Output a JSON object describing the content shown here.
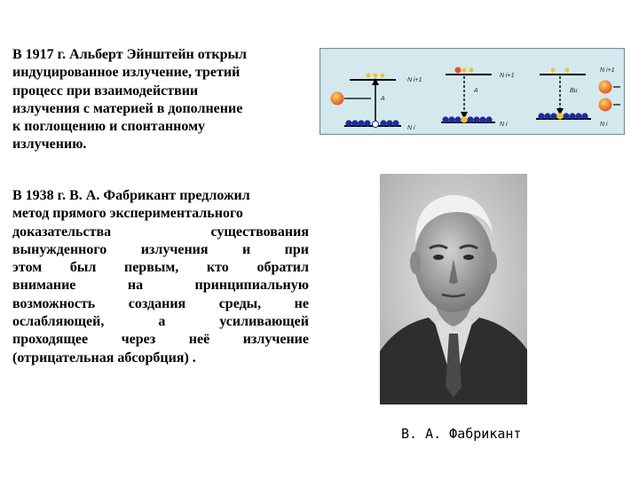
{
  "paragraph1": {
    "lines": [
      "В 1917 г. Альберт Эйнштейн открыл",
      "индуцированное излучение, третий",
      "процесс при взаимодействии",
      "излучения с материей в дополнение",
      "к поглощению и спонтанному",
      "излучению."
    ]
  },
  "paragraph2": {
    "lines": [
      "В 1938 г. В. А. Фабрикант предложил",
      "метод прямого экспериментального",
      "доказательства существования",
      "вынужденного излучения и при",
      "этом был первым, кто обратил",
      "внимание на принципиальную",
      "возможность создания среды, не",
      "ослабляющей, а усиливающей",
      "проходящее через неё излучение",
      "(отрицательная абсорбция) ."
    ]
  },
  "diagram": {
    "panel1": {
      "upper_label": "N i+1",
      "lower_label": "N i",
      "arrow_label": "A"
    },
    "panel2": {
      "upper_label": "N i+1",
      "lower_label": "N i",
      "arrow_label": "A"
    },
    "panel3": {
      "upper_label": "N i+1",
      "lower_label": "N i",
      "arrow_label": "Bu"
    },
    "colors": {
      "background": "#d3e9ee",
      "border": "#6f8f99",
      "electron": "#1c2d9a",
      "excited": "#f4c21b",
      "photon": "#e8531a"
    }
  },
  "caption": "В. А. Фабрикант"
}
